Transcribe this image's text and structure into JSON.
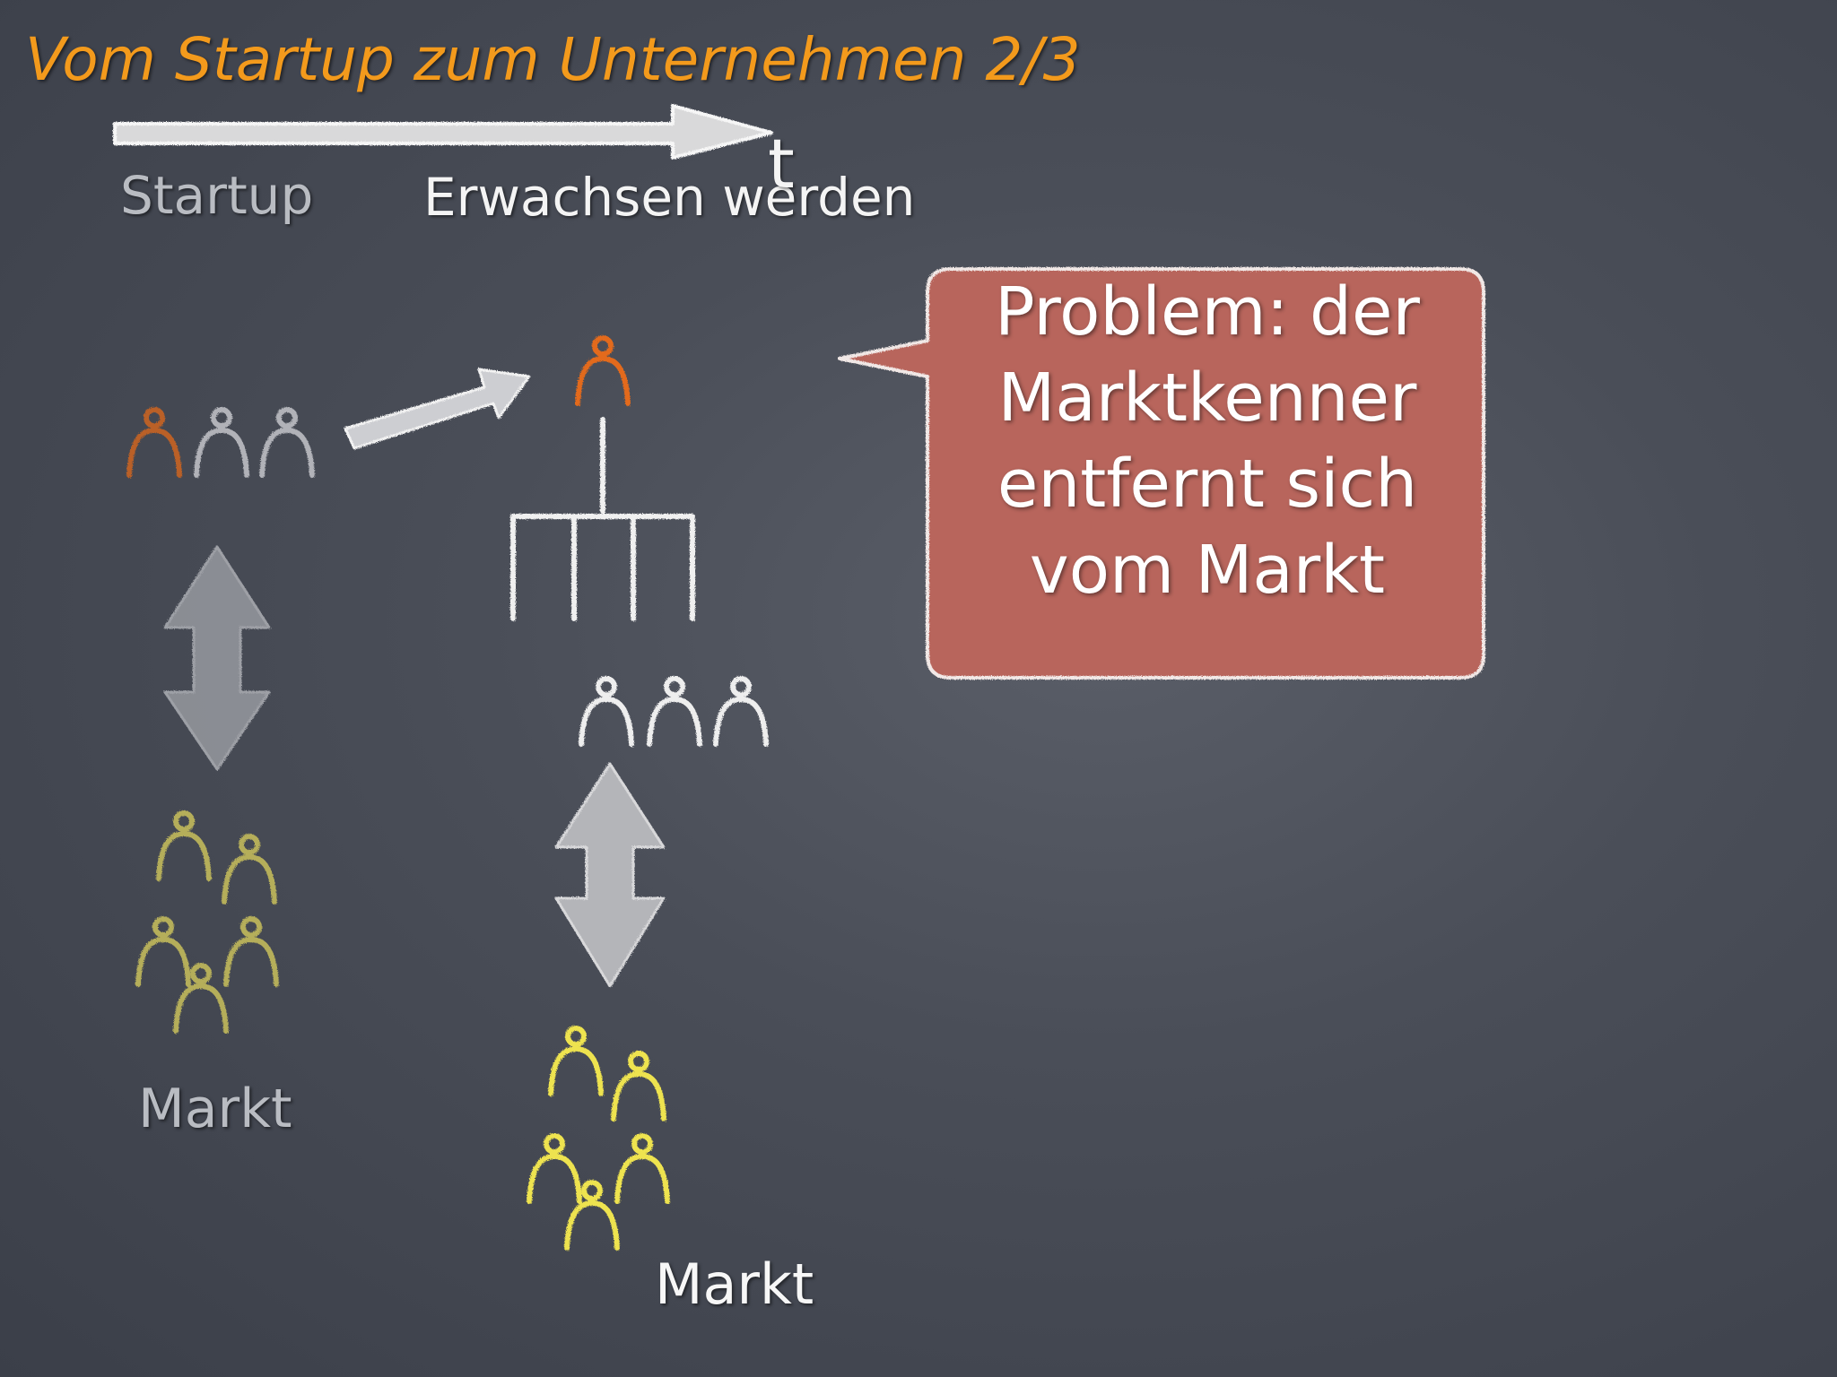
{
  "slide": {
    "title": "Vom Startup zum Unternehmen 2/3",
    "timeline": {
      "axis_label": "t",
      "stage_startup": "Startup",
      "stage_growing": "Erwachsen werden"
    },
    "market_label_left": "Markt",
    "market_label_right": "Markt",
    "callout": "Problem: der Marktkenner entfernt sich vom Markt"
  },
  "colors": {
    "title": "#f39a1c",
    "background": "#464a54",
    "chalk_white": "#f2f2f2",
    "chalk_orange": "#e06a1c",
    "chalk_yellow": "#f0e04a",
    "chalk_yellow_faded": "#b8b35c",
    "callout_fill": "#b8655c",
    "arrow_gray": "#a8aaaf"
  },
  "icons": [
    "arrow-right-icon",
    "person-icon",
    "double-arrow-icon",
    "org-chart-icon",
    "callout-bubble-icon"
  ]
}
